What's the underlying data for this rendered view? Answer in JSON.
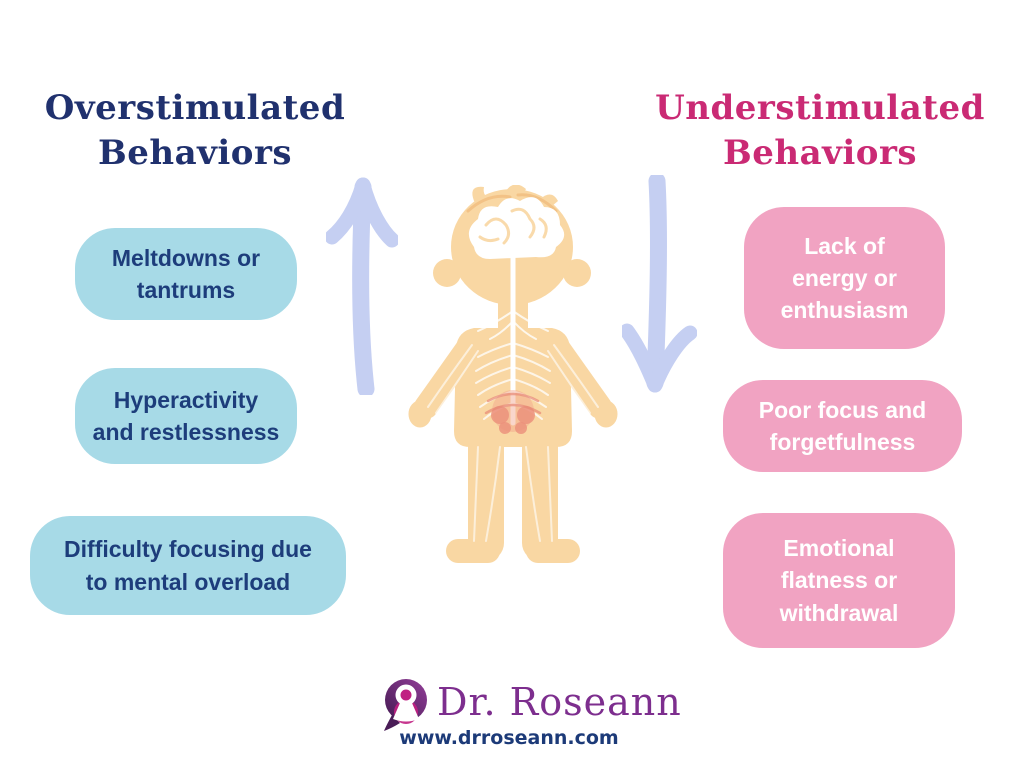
{
  "page": {
    "background_color": "#ffffff",
    "description": "Infographic comparing overstimulated and understimulated behaviors"
  },
  "left_section": {
    "title": "Overstimulated\nBehaviors",
    "title_color": "#20316e",
    "box_color": "#a7dae7",
    "box_text_color": "#1d3d7b",
    "boxes": [
      "Meltdowns or\ntantrums",
      "Hyperactivity\nand restlessness",
      "Difficulty focusing due\nto mental overload"
    ]
  },
  "right_section": {
    "title": "Understimulated\nBehaviors",
    "title_color": "#ca2a74",
    "box_color": "#f1a3c2",
    "box_text_color": "#ffffff",
    "boxes": [
      "Lack of\nenergy or\nenthusiasm",
      "Poor focus and\nforgetfulness",
      "Emotional\nflatness or\nwithdrawal"
    ]
  },
  "center_graphic": {
    "figure_icon": "child-nervous-system-illustration",
    "up_arrow_icon": "up-arrow",
    "down_arrow_icon": "down-arrow",
    "arrow_color": "#c5cff2",
    "body_color": "#f9d7a3",
    "nerve_color": "#ffffff",
    "pelvis_highlight_color": "#eb8f7b"
  },
  "footer": {
    "logo_icon": "speech-bubble-keyhole",
    "logo_colors": {
      "bubble_dark": "#441a52",
      "bubble_light": "#933e99",
      "keyhole_accent": "#c02082"
    },
    "brand_name": "Dr. Roseann",
    "brand_color": "#7d2e8e",
    "website": "www.drroseann.com",
    "website_color": "#1c3a78"
  }
}
